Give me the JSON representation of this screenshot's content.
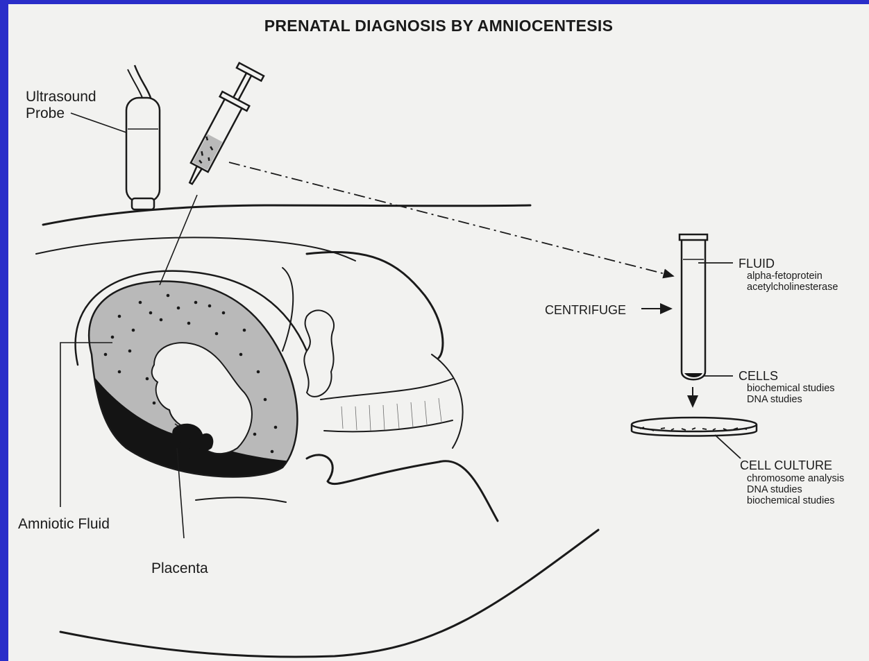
{
  "title": "PRENATAL DIAGNOSIS BY AMNIOCENTESIS",
  "labels": {
    "ultrasound_probe": [
      "Ultrasound",
      "Probe"
    ],
    "amniotic_fluid": "Amniotic Fluid",
    "placenta": "Placenta",
    "centrifuge": "CENTRIFUGE",
    "fluid": {
      "heading": "FLUID",
      "items": [
        "alpha-fetoprotein",
        "acetylcholinesterase"
      ]
    },
    "cells": {
      "heading": "CELLS",
      "items": [
        "biochemical studies",
        "DNA studies"
      ]
    },
    "cell_culture": {
      "heading": "CELL CULTURE",
      "items": [
        "chromosome analysis",
        "DNA studies",
        "biochemical studies"
      ]
    }
  },
  "colors": {
    "frame": "#2a2ec9",
    "paper": "#f2f2f0",
    "ink": "#1a1a1a",
    "amniotic_fill": "#b9b9b9",
    "placenta_fill": "#141414"
  }
}
